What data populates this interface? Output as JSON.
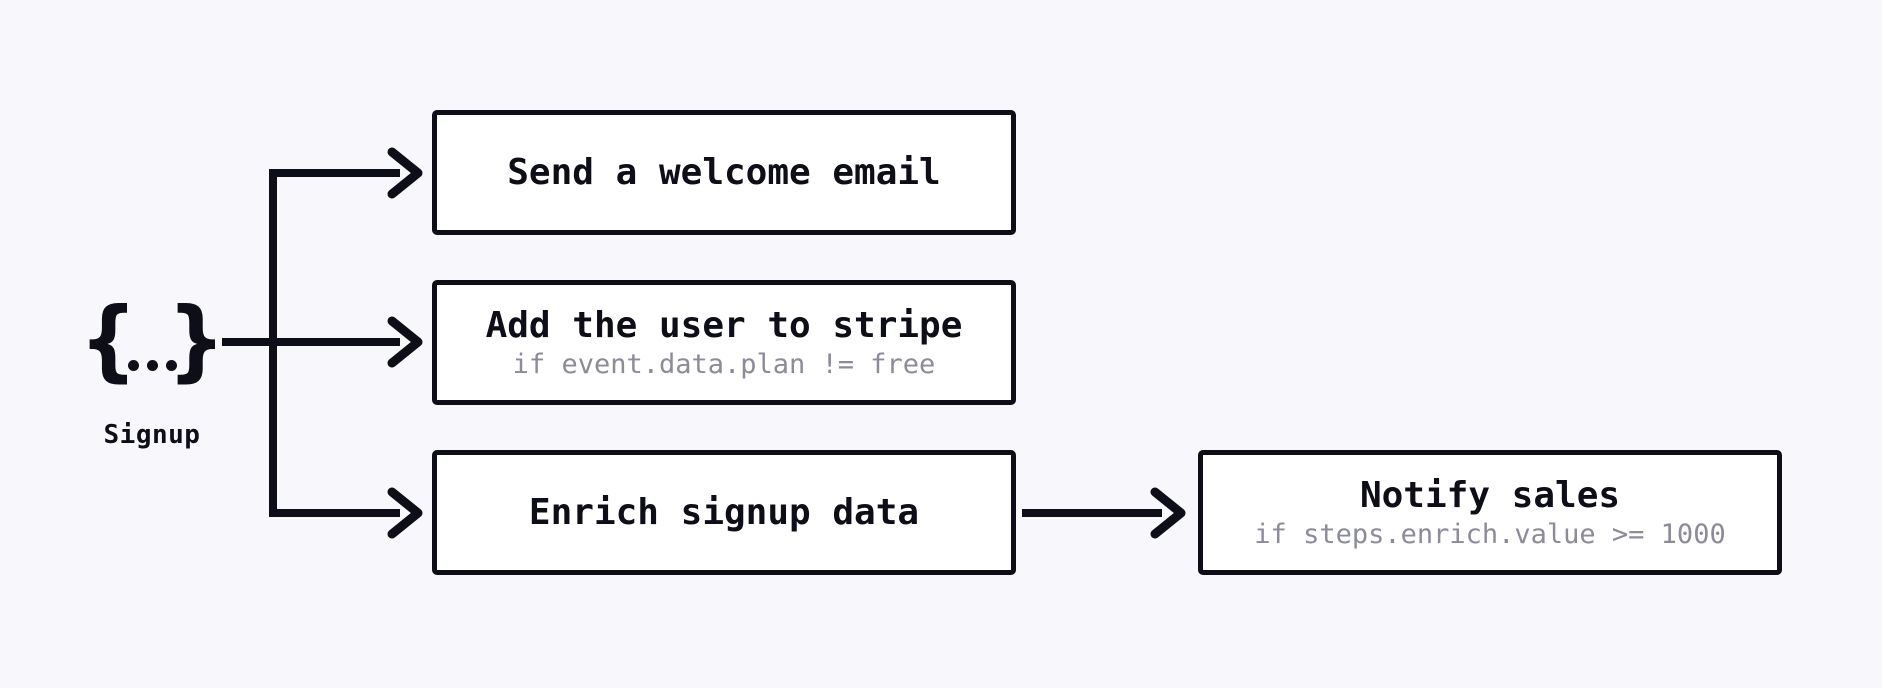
{
  "diagram": {
    "colors": {
      "bg": "#f8f8fc",
      "ink": "#0e0e19",
      "muted": "#8b8b99",
      "box": "#ffffff"
    },
    "trigger": {
      "icon": "event-payload-braces-icon",
      "brace_left": "{",
      "brace_right": "}",
      "label": "Signup"
    },
    "steps": [
      {
        "title": "Send a welcome email",
        "condition": ""
      },
      {
        "title": "Add the user to stripe",
        "condition": "if event.data.plan != free"
      },
      {
        "title": "Enrich signup data",
        "condition": ""
      },
      {
        "title": "Notify sales",
        "condition": "if steps.enrich.value >= 1000"
      }
    ]
  }
}
